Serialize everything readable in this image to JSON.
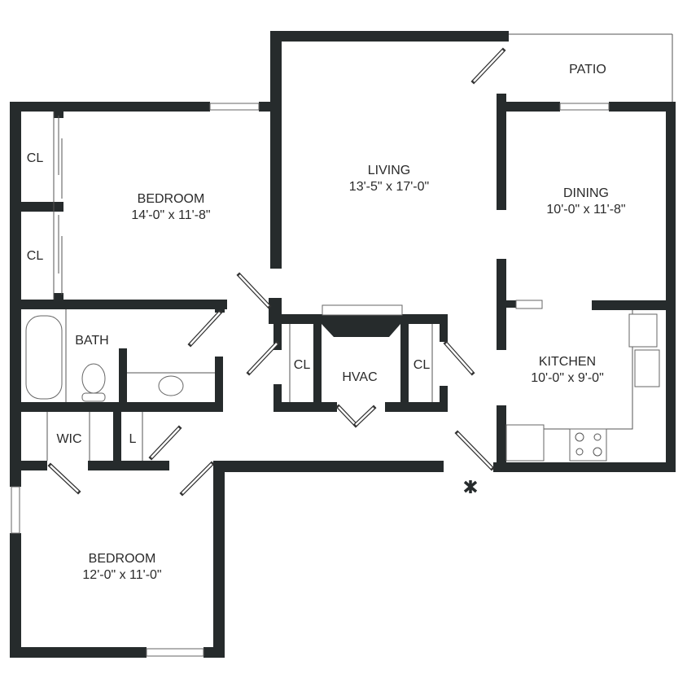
{
  "colors": {
    "wall": "#262b2c",
    "background": "#ffffff",
    "fixture": "#666666"
  },
  "rooms": {
    "patio": {
      "name": "PATIO"
    },
    "living": {
      "name": "LIVING",
      "size": "13'-5\" x 17'-0\""
    },
    "dining": {
      "name": "DINING",
      "size": "10'-0\" x 11'-8\""
    },
    "bedroom1": {
      "name": "BEDROOM",
      "size": "14'-0\" x 11'-8\""
    },
    "closet1": {
      "name": "CL"
    },
    "closet2": {
      "name": "CL"
    },
    "bath": {
      "name": "BATH"
    },
    "closet3": {
      "name": "CL"
    },
    "hvac": {
      "name": "HVAC"
    },
    "closet4": {
      "name": "CL"
    },
    "kitchen": {
      "name": "KITCHEN",
      "size": "10'-0\" x 9'-0\""
    },
    "wic": {
      "name": "WIC"
    },
    "linen": {
      "name": "L"
    },
    "bedroom2": {
      "name": "BEDROOM",
      "size": "12'-0\" x 11'-0\""
    }
  },
  "entry_marker_icon": "asterisk-icon"
}
